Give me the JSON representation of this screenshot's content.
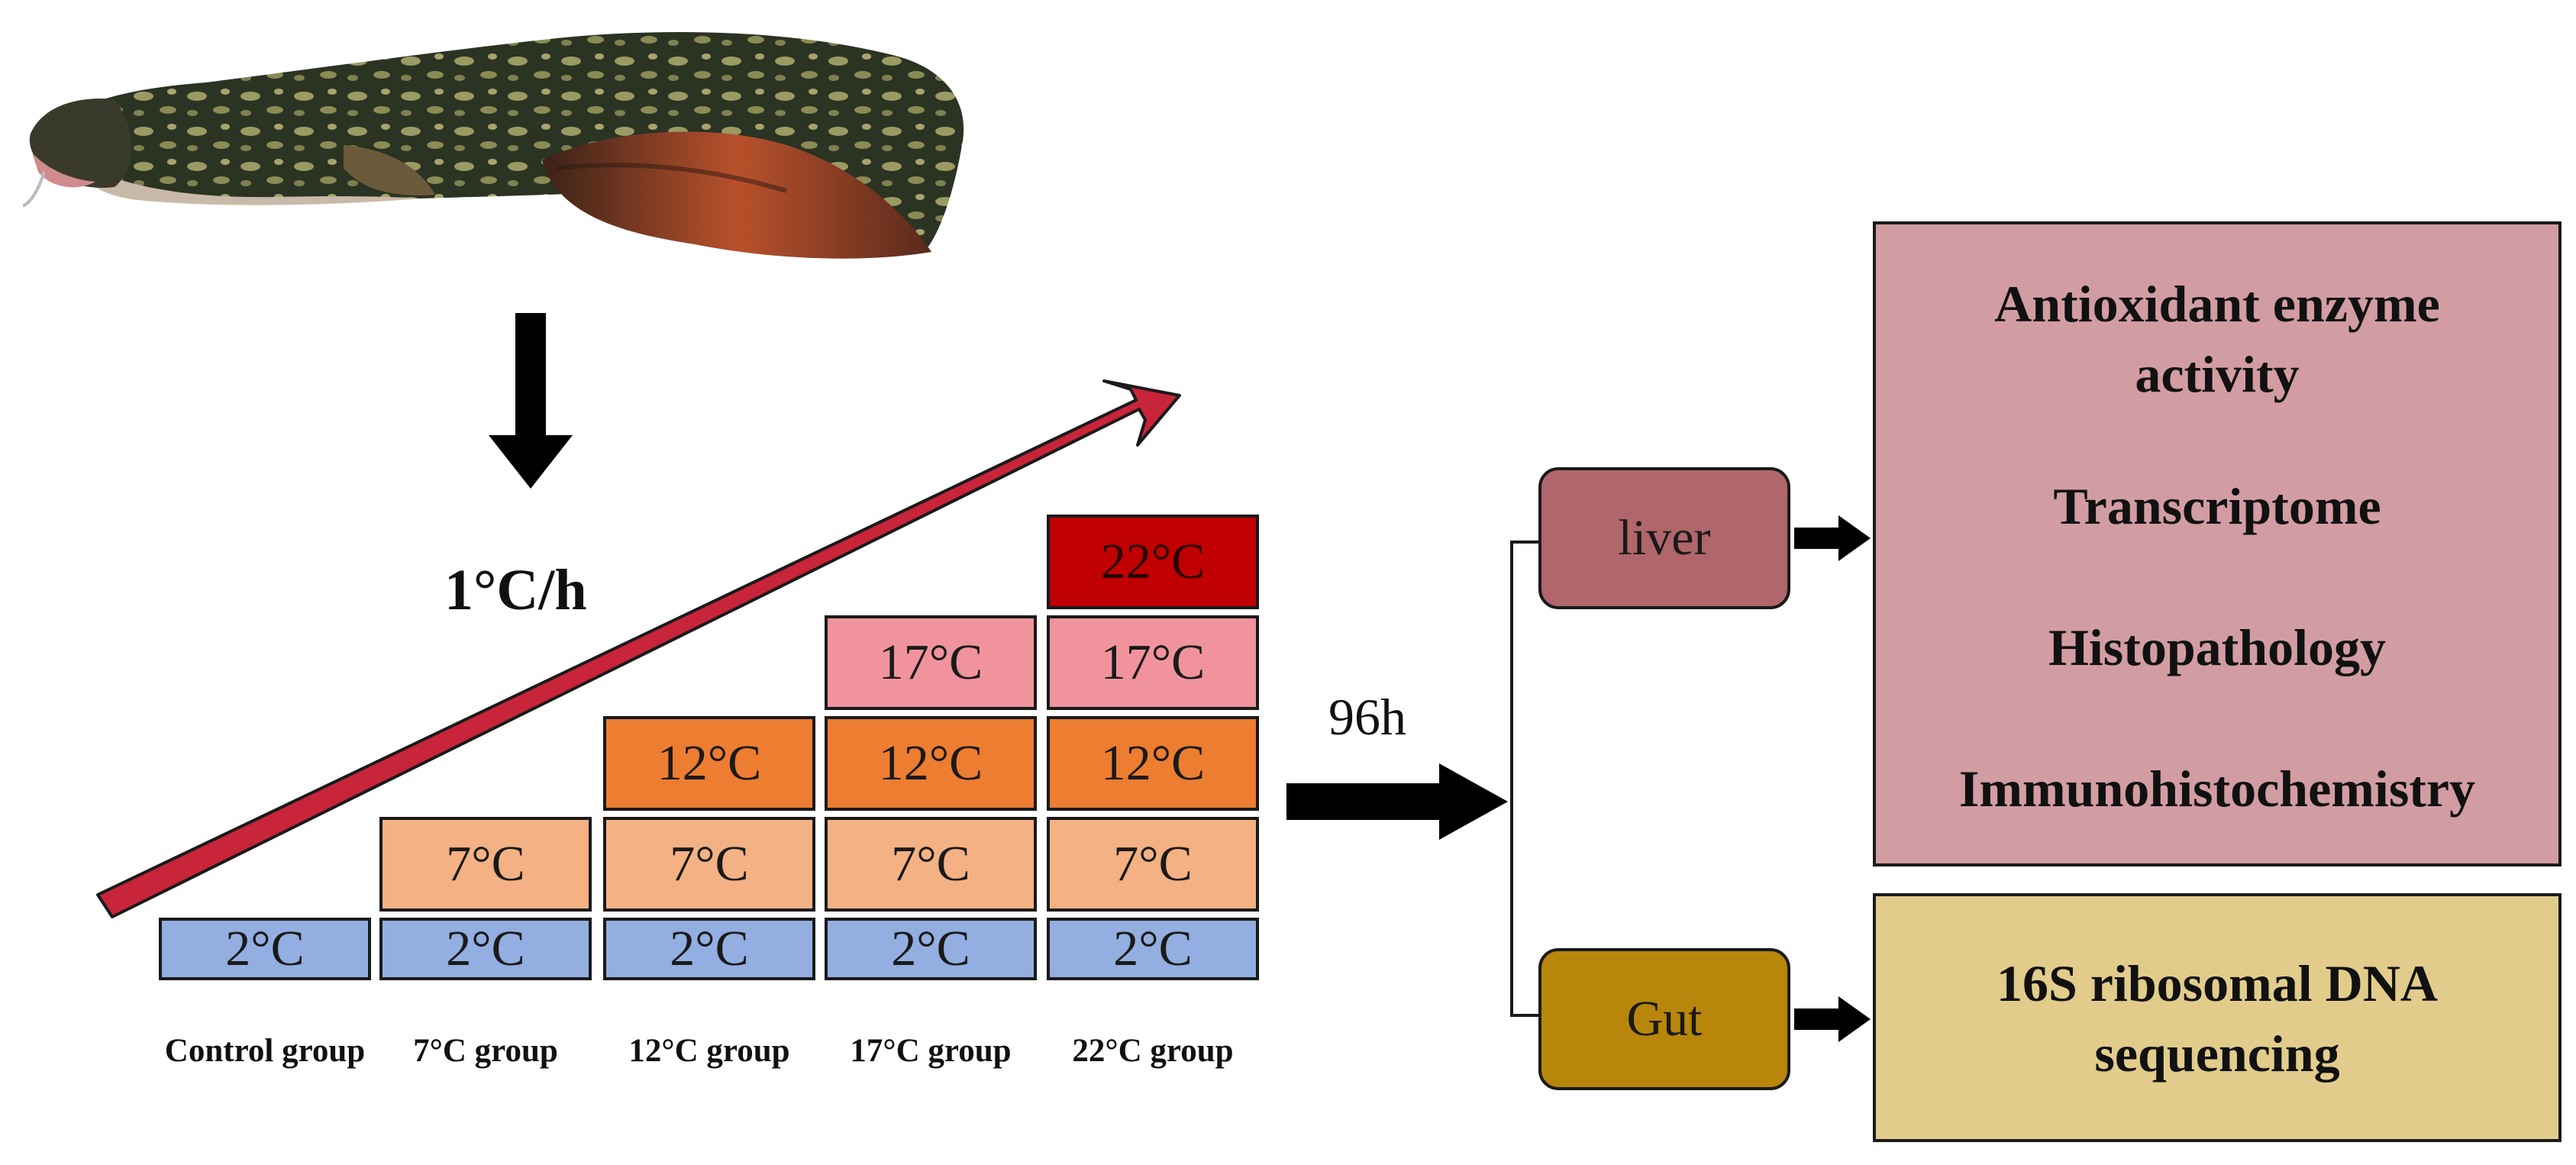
{
  "rate_label": "1°C/h",
  "duration_label": "96h",
  "groups": [
    {
      "label": "Control group",
      "boxes": [
        "2°C"
      ]
    },
    {
      "label": "7°C group",
      "boxes": [
        "2°C",
        "7°C"
      ]
    },
    {
      "label": "12°C group",
      "boxes": [
        "2°C",
        "7°C",
        "12°C"
      ]
    },
    {
      "label": "17°C group",
      "boxes": [
        "2°C",
        "7°C",
        "12°C",
        "17°C"
      ]
    },
    {
      "label": "22°C group",
      "boxes": [
        "2°C",
        "7°C",
        "12°C",
        "17°C",
        "22°C"
      ]
    }
  ],
  "organs": {
    "liver": {
      "label": "liver",
      "color": "#b0666b"
    },
    "gut": {
      "label": "Gut",
      "color": "#b8860b"
    }
  },
  "liver_analyses": [
    "Antioxidant enzyme activity",
    "Transcriptome",
    "Histopathology",
    "Immunohistochemistry"
  ],
  "gut_analysis": "16S ribosomal DNA sequencing",
  "colors": {
    "2°C": "#93aee0",
    "7°C": "#f4b183",
    "12°C": "#ed7d31",
    "17°C": "#f0939c",
    "22°C": "#c00000",
    "ramp_arrow": "#c8243a",
    "liver_panel": "#d29da2",
    "gut_panel": "#e2cc8c"
  },
  "image": {
    "subject": "fish"
  }
}
